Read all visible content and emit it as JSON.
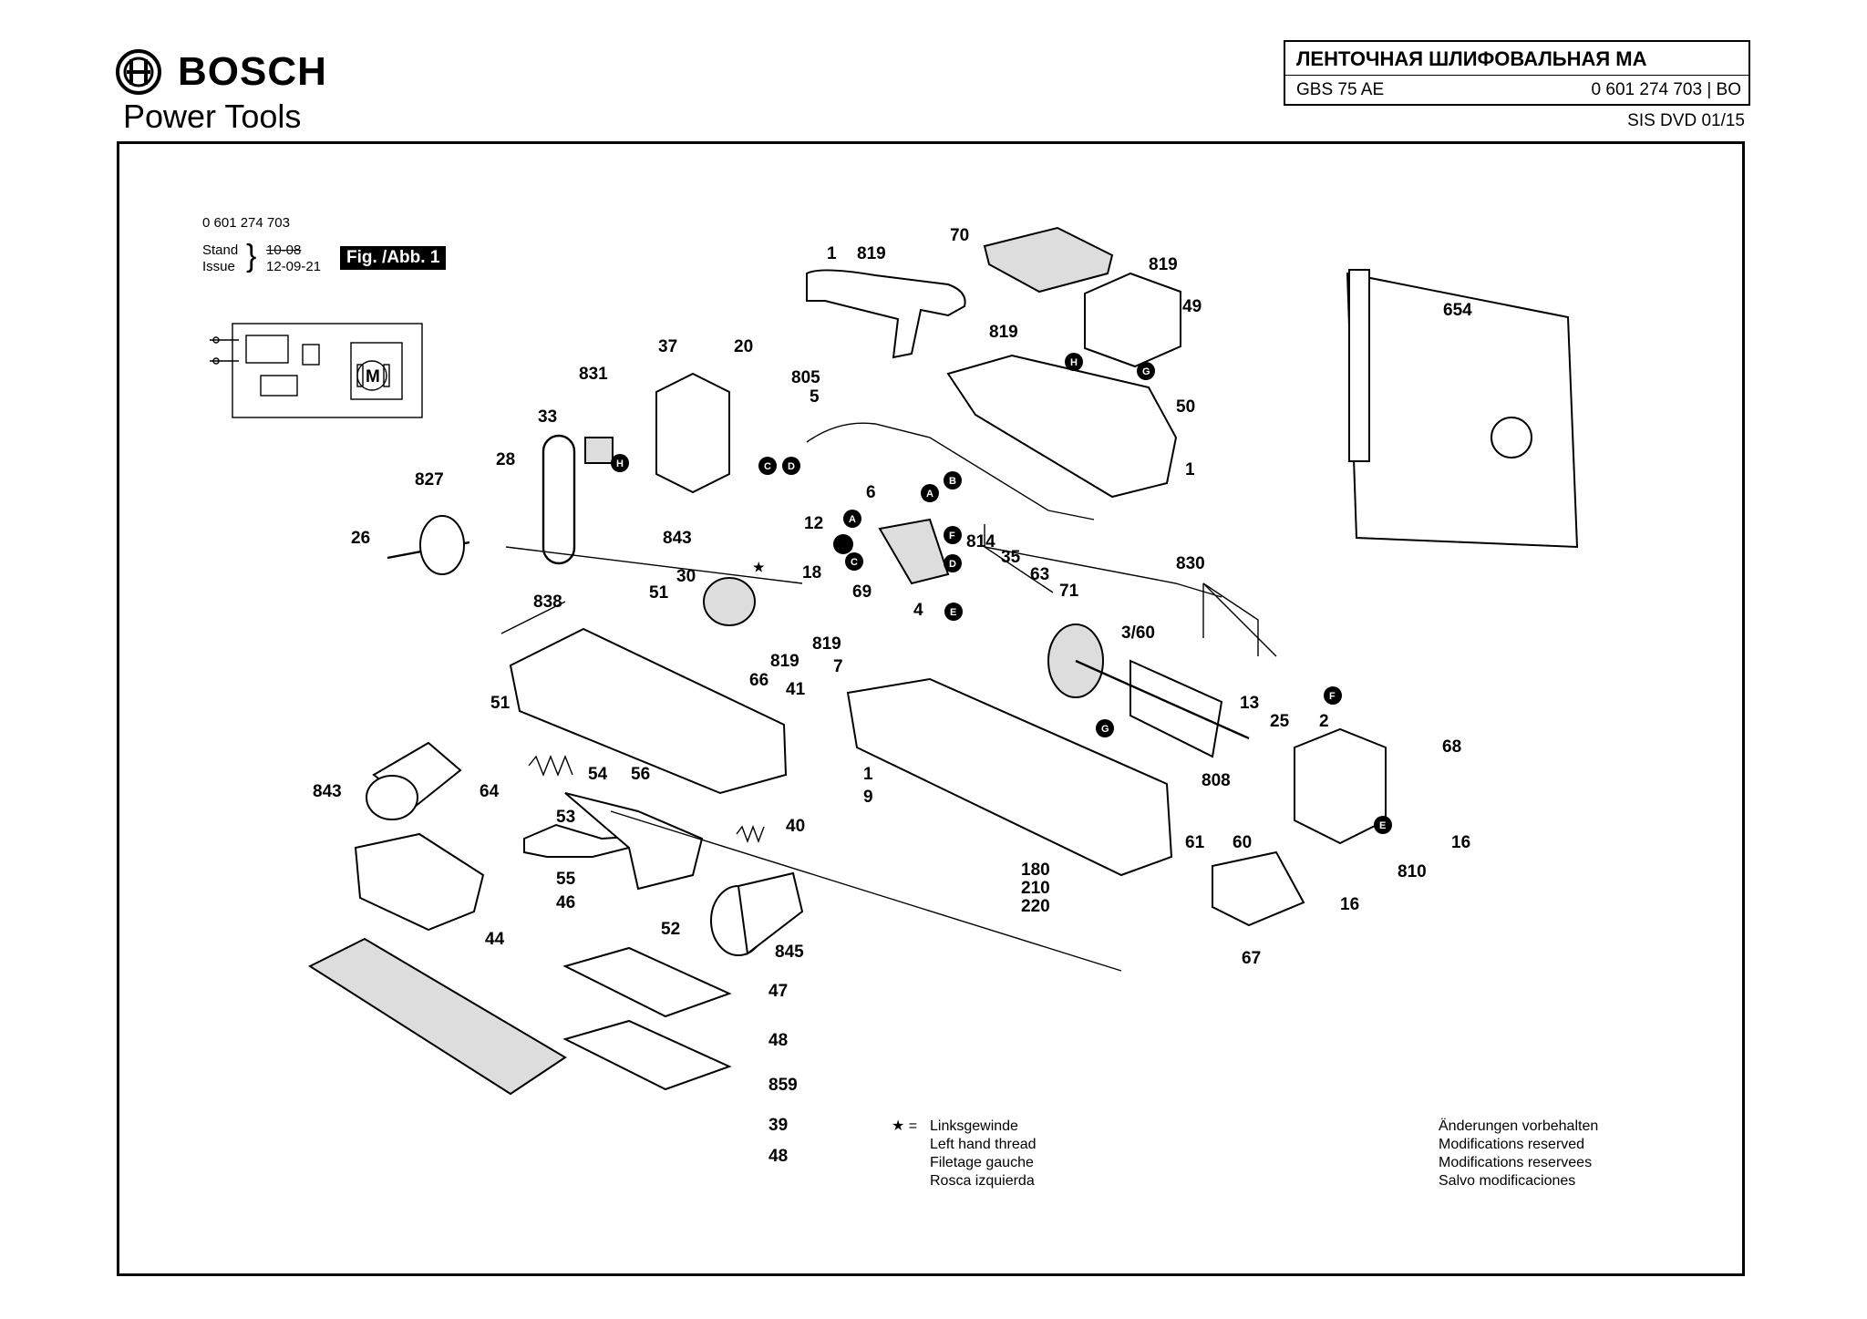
{
  "header": {
    "brand": "BOSCH",
    "brand_sub": "Power Tools",
    "title": "ЛЕНТОЧНАЯ ШЛИФОВАЛЬНАЯ МА",
    "model": "GBS 75 AE",
    "part_no": "0 601 274 703 | BO",
    "dvd": "SIS DVD 01/15"
  },
  "diagram_info": {
    "number": "0 601 274 703",
    "stand_label": "Stand",
    "issue_label": "Issue",
    "stand_date": "10-08",
    "issue_date": "12-09-21",
    "fig_label": "Fig. /Abb. 1"
  },
  "legend": {
    "star": "★ =",
    "lines": [
      "Linksgewinde",
      "Left hand thread",
      "Filetage gauche",
      "Rosca izquierda"
    ]
  },
  "notice": {
    "lines": [
      "Änderungen vorbehalten",
      "Modifications reserved",
      "Modifications reservees",
      "Salvo modificaciones"
    ]
  },
  "circuit": {
    "motor_label": "M"
  },
  "labels": [
    {
      "id": "l1a",
      "text": "1"
    },
    {
      "id": "l819a",
      "text": "819"
    },
    {
      "id": "l70",
      "text": "70"
    },
    {
      "id": "l819b",
      "text": "819"
    },
    {
      "id": "l49",
      "text": "49"
    },
    {
      "id": "l819c",
      "text": "819"
    },
    {
      "id": "l50",
      "text": "50"
    },
    {
      "id": "l1b",
      "text": "1"
    },
    {
      "id": "l654",
      "text": "654"
    },
    {
      "id": "l37",
      "text": "37"
    },
    {
      "id": "l20",
      "text": "20"
    },
    {
      "id": "l831",
      "text": "831"
    },
    {
      "id": "l805",
      "text": "805"
    },
    {
      "id": "l5",
      "text": "5"
    },
    {
      "id": "l33",
      "text": "33"
    },
    {
      "id": "l28",
      "text": "28"
    },
    {
      "id": "l827",
      "text": "827"
    },
    {
      "id": "l26",
      "text": "26"
    },
    {
      "id": "l6",
      "text": "6"
    },
    {
      "id": "l12",
      "text": "12"
    },
    {
      "id": "l843a",
      "text": "843"
    },
    {
      "id": "l18",
      "text": "18"
    },
    {
      "id": "l69",
      "text": "69"
    },
    {
      "id": "l4",
      "text": "4"
    },
    {
      "id": "l814",
      "text": "814"
    },
    {
      "id": "l35",
      "text": "35"
    },
    {
      "id": "l63",
      "text": "63"
    },
    {
      "id": "l71",
      "text": "71"
    },
    {
      "id": "l830",
      "text": "830"
    },
    {
      "id": "l360",
      "text": "3/60"
    },
    {
      "id": "l838",
      "text": "838"
    },
    {
      "id": "l51a",
      "text": "51"
    },
    {
      "id": "l30",
      "text": "30"
    },
    {
      "id": "l819d",
      "text": "819"
    },
    {
      "id": "l819e",
      "text": "819"
    },
    {
      "id": "l7",
      "text": "7"
    },
    {
      "id": "l66",
      "text": "66"
    },
    {
      "id": "l41",
      "text": "41"
    },
    {
      "id": "l51b",
      "text": "51"
    },
    {
      "id": "l13",
      "text": "13"
    },
    {
      "id": "l25",
      "text": "25"
    },
    {
      "id": "l2",
      "text": "2"
    },
    {
      "id": "l68",
      "text": "68"
    },
    {
      "id": "l843b",
      "text": "843"
    },
    {
      "id": "l64",
      "text": "64"
    },
    {
      "id": "l54",
      "text": "54"
    },
    {
      "id": "l56",
      "text": "56"
    },
    {
      "id": "l1c",
      "text": "1"
    },
    {
      "id": "l9",
      "text": "9"
    },
    {
      "id": "l808",
      "text": "808"
    },
    {
      "id": "l53",
      "text": "53"
    },
    {
      "id": "l40",
      "text": "40"
    },
    {
      "id": "l61",
      "text": "61"
    },
    {
      "id": "l60",
      "text": "60"
    },
    {
      "id": "l16a",
      "text": "16"
    },
    {
      "id": "l810",
      "text": "810"
    },
    {
      "id": "l16b",
      "text": "16"
    },
    {
      "id": "l55",
      "text": "55"
    },
    {
      "id": "l46",
      "text": "46"
    },
    {
      "id": "l52",
      "text": "52"
    },
    {
      "id": "l180",
      "text": "180"
    },
    {
      "id": "l210",
      "text": "210"
    },
    {
      "id": "l220",
      "text": "220"
    },
    {
      "id": "l44",
      "text": "44"
    },
    {
      "id": "l845",
      "text": "845"
    },
    {
      "id": "l67",
      "text": "67"
    },
    {
      "id": "l47",
      "text": "47"
    },
    {
      "id": "l48a",
      "text": "48"
    },
    {
      "id": "l859",
      "text": "859"
    },
    {
      "id": "l39",
      "text": "39"
    },
    {
      "id": "l48b",
      "text": "48"
    }
  ],
  "markers": [
    {
      "id": "mH1",
      "text": "H"
    },
    {
      "id": "mH2",
      "text": "H"
    },
    {
      "id": "mG1",
      "text": "G"
    },
    {
      "id": "mG2",
      "text": "G"
    },
    {
      "id": "mC1",
      "text": "C"
    },
    {
      "id": "mD1",
      "text": "D"
    },
    {
      "id": "mA1",
      "text": "A"
    },
    {
      "id": "mB1",
      "text": "B"
    },
    {
      "id": "mA2",
      "text": "A"
    },
    {
      "id": "mF1",
      "text": "F"
    },
    {
      "id": "mD2",
      "text": "D"
    },
    {
      "id": "mC2",
      "text": "C"
    },
    {
      "id": "mE1",
      "text": "E"
    },
    {
      "id": "mF2",
      "text": "F"
    },
    {
      "id": "mE2",
      "text": "E"
    }
  ]
}
